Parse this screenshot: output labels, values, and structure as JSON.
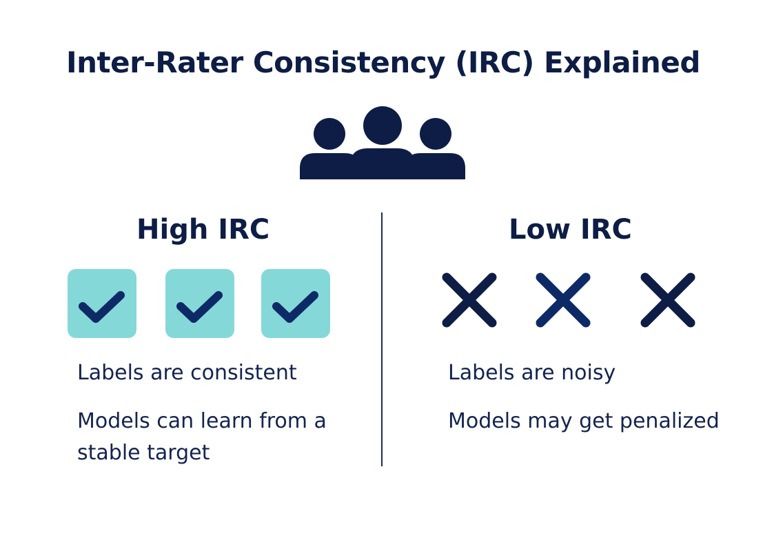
{
  "title": "Inter-Rater Consistency (IRC) Explained",
  "icons": {
    "raters": "people-group-icon",
    "high": "checkmark-icon",
    "low": "x-mark-icon"
  },
  "colors": {
    "navy": "#0d1d45",
    "teal": "#84d8d8",
    "x_mid": "#0e2a66",
    "background": "#ffffff"
  },
  "high": {
    "heading": "High IRC",
    "points": [
      "Labels are consistent",
      "Models can learn from a stable target"
    ]
  },
  "low": {
    "heading": "Low IRC",
    "points": [
      "Labels are noisy",
      "Models may get penalized"
    ]
  }
}
